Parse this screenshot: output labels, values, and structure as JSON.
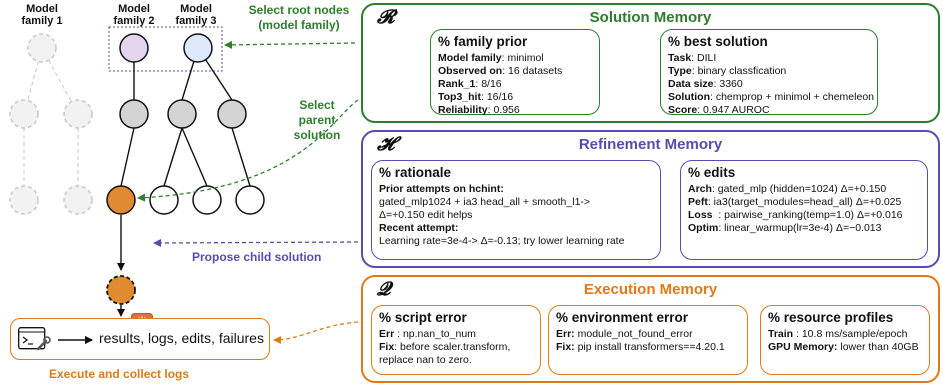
{
  "tree": {
    "family_labels": [
      "Model family 1",
      "Model family 2",
      "Model family 3"
    ],
    "annotations": {
      "select_root": "Select root nodes (model family)",
      "select_parent": "Select parent solution",
      "propose_child": "Propose child solution",
      "execute_collect": "Execute and collect logs"
    },
    "log_box_text": "results, logs, edits, failures",
    "icons": [
      "terminal-icon",
      "wrench-icon",
      "sparkle-icon"
    ],
    "colors": {
      "root_family2": "#e3d5ee",
      "root_family3": "#dde8fb",
      "explored_node": "#d4d4d4",
      "selected_node": "#e08a32",
      "faded_node": "#e6e6e6",
      "green": "#2e7d2e",
      "purple": "#5b4ab0",
      "orange": "#e07a18"
    }
  },
  "solution_memory": {
    "symbol": "𝓡",
    "title": "Solution Memory",
    "family_prior": {
      "title": "% family prior",
      "rows": [
        {
          "key": "Model family",
          "value": ": minimol"
        },
        {
          "key": "Observed on",
          "value": ": 16 datasets"
        },
        {
          "key": "Rank_1",
          "value": ": 8/16"
        },
        {
          "key": "Top3_hit",
          "value": ": 16/16"
        },
        {
          "key": "Reliability",
          "value": ": 0.956"
        }
      ]
    },
    "best_solution": {
      "title": "% best solution",
      "rows": [
        {
          "key": "Task",
          "value": ": DILI"
        },
        {
          "key": "Type",
          "value": ": binary classfication"
        },
        {
          "key": "Data size",
          "value": ": 3360"
        },
        {
          "key": "Solution",
          "value": ": chemprop + minimol + chemeleon"
        },
        {
          "key": "Score",
          "value": ": 0.947 AUROC"
        }
      ]
    }
  },
  "refinement_memory": {
    "symbol": "𝓗",
    "title": "Refinement Memory",
    "rationale": {
      "title": "% rationale",
      "prior_label": "Prior attempts on hchint:",
      "prior_lines": [
        "gated_mlp1024 + ia3 head_all + smooth_l1->",
        "Δ=+0.150 edit helps"
      ],
      "recent_label": "Recent attempt:",
      "recent_line": "Learning rate=3e-4-> Δ=-0.13; try lower learning rate"
    },
    "edits": {
      "title": "% edits",
      "rows": [
        {
          "key": "Arch",
          "value": ": gated_mlp (hidden=1024) Δ=+0.150"
        },
        {
          "key": "Peft",
          "value": ": ia3(target_modules=head_all) Δ=+0.025"
        },
        {
          "key": "Loss",
          "value": "  : pairwise_ranking(temp=1.0) Δ=+0.016"
        },
        {
          "key": "Optim",
          "value": ": linear_warmup(lr=3e-4) Δ=−0.013"
        }
      ]
    }
  },
  "execution_memory": {
    "symbol": "𝓠",
    "title": "Execution Memory",
    "script_error": {
      "title": "% script error",
      "rows": [
        {
          "key": "Err",
          "value": " : np.nan_to_num"
        },
        {
          "key": "Fix",
          "value": ": before scaler.transform,"
        }
      ],
      "extra": "replace nan to zero."
    },
    "environment_error": {
      "title": "% environment error",
      "rows": [
        {
          "key": "Err:",
          "value": " module_not_found_error"
        },
        {
          "key": "Fix:",
          "value": " pip install transformers==4.20.1"
        }
      ]
    },
    "resource_profiles": {
      "title": "% resource profiles",
      "rows": [
        {
          "key": "Train",
          "value": " : 10.8 ms/sample/epoch"
        },
        {
          "key": "GPU Memory:",
          "value": " lower than 40GB"
        }
      ]
    }
  }
}
